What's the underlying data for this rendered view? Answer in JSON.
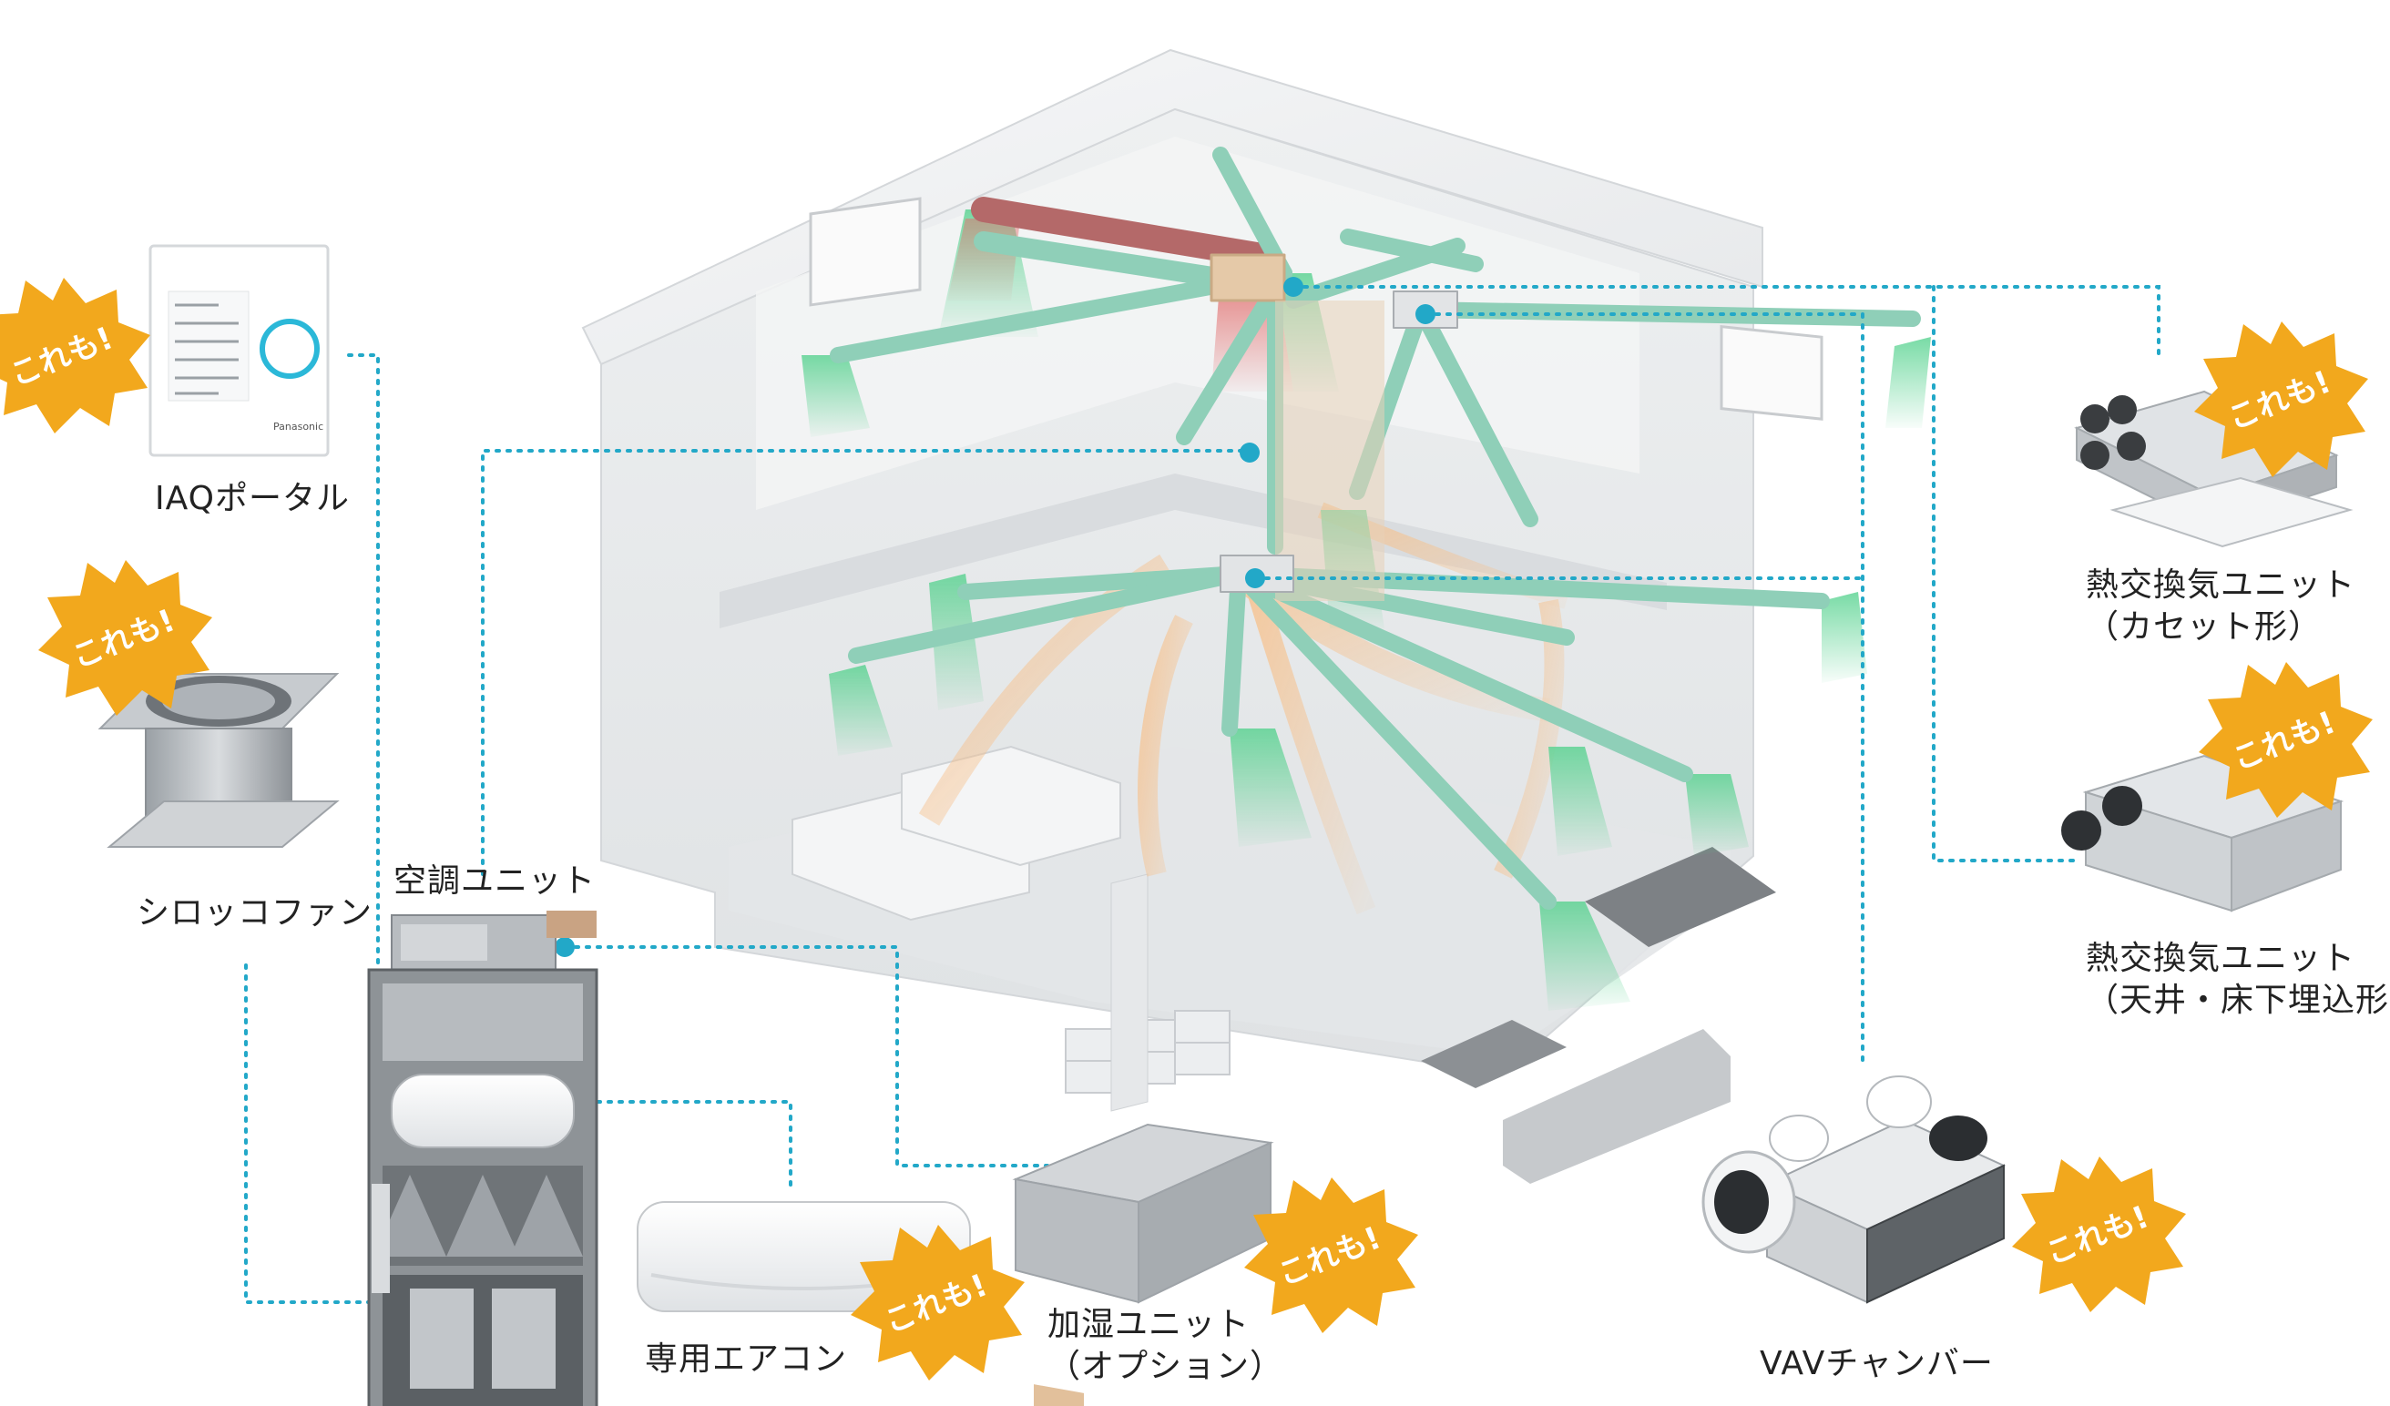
{
  "badge_text": "これも!",
  "colors": {
    "connector": "#22a8c8",
    "badge": "#f2a81d",
    "duct": "#8fcfb8",
    "warm_duct": "#c96b6b",
    "house_wall": "#e9ebec",
    "house_roof": "#f2f3f4"
  },
  "components": {
    "iaq_portal": {
      "label": "IAQポータル",
      "has_badge": true
    },
    "sirocco_fan": {
      "label": "シロッコファン",
      "has_badge": true
    },
    "ac_unit": {
      "label": "空調ユニット",
      "has_badge": false
    },
    "dedicated_ac": {
      "label": "専用エアコン",
      "has_badge": true
    },
    "humidifier": {
      "label_line1": "加湿ユニット",
      "label_line2": "（オプション）",
      "has_badge": true
    },
    "heat_exchanger_cassette": {
      "label_line1": "熱交換気ユニット",
      "label_line2": "（カセット形）",
      "has_badge": true
    },
    "heat_exchanger_ceiling": {
      "label_line1": "熱交換気ユニット",
      "label_line2": "（天井・床下埋込形）",
      "has_badge": true
    },
    "vav_chamber": {
      "label": "VAVチャンバー",
      "has_badge": true
    }
  },
  "panel_text": {
    "brand": "Panasonic"
  }
}
